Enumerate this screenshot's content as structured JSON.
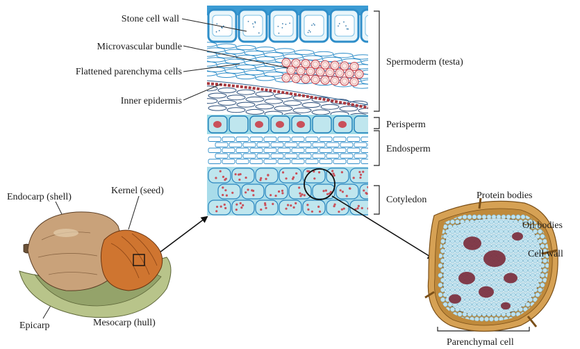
{
  "labels": {
    "stone_cell_wall": "Stone cell wall",
    "microvascular_bundle": "Microvascular bundle",
    "flattened_parenchyma": "Flattened parenchyma cells",
    "inner_epidermis": "Inner epidermis",
    "spermoderm": "Spermoderm (testa)",
    "perisperm": "Perisperm",
    "endosperm": "Endosperm",
    "cotyledon": "Cotyledon",
    "endocarp": "Endocarp (shell)",
    "kernel": "Kernel (seed)",
    "epicarp": "Epicarp",
    "mesocarp": "Mesocarp (hull)",
    "protein_bodies": "Protein bodies",
    "oil_bodies": "Oil bodies",
    "cell_wall": "Cell wall",
    "parenchymal_cell": "Parenchymal cell"
  },
  "colors": {
    "cell_wall_blue": "#2f8ec9",
    "cell_fill_cyan": "#bfe6ee",
    "nucleus_red": "#c9505a",
    "hull_green": "#a9b57a",
    "kernel_orange": "#c86a2a",
    "shell_tan": "#b89068",
    "wall_gold": "#c8923a",
    "protein_maroon": "#7a2a38",
    "oil_blue": "#bfe2ef"
  }
}
